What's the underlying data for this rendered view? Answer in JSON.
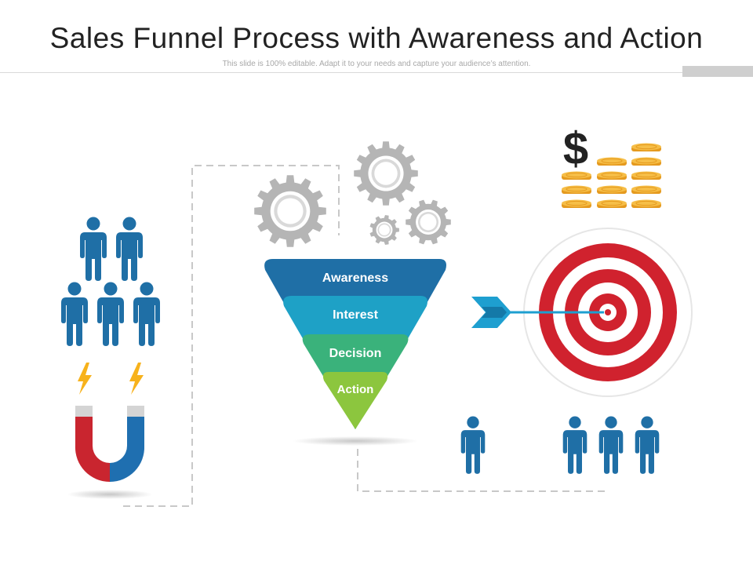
{
  "slide": {
    "title": "Sales Funnel Process with Awareness and Action",
    "subtitle": "This slide is 100% editable. Adapt it to your needs and capture your audience’s attention."
  },
  "funnel": {
    "stages": [
      {
        "label": "Awareness",
        "color": "#1f6fa6"
      },
      {
        "label": "Interest",
        "color": "#1ea1c6"
      },
      {
        "label": "Decision",
        "color": "#3ab27b"
      },
      {
        "label": "Action",
        "color": "#8cc63e"
      }
    ]
  },
  "icons": {
    "dollar_sign": "$",
    "colors": {
      "people": "#1f6fa6",
      "target_red": "#d0222e",
      "coin": "#f2b33d",
      "gear": "#b5b5b5",
      "bolt": "#f7b21c",
      "arrow": "#1e9fd0"
    }
  }
}
